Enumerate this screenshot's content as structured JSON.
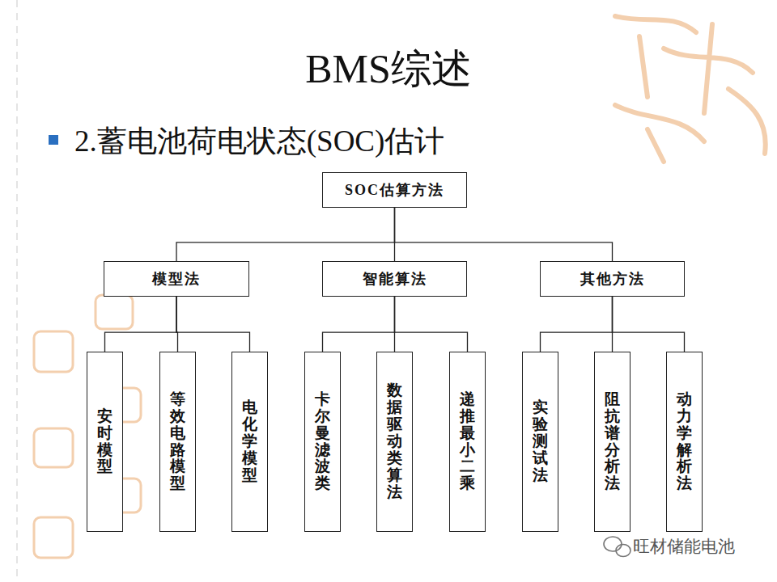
{
  "diagram": {
    "title": "BMS综述",
    "nodes": [
      {
        "text": [
          "SOC估算方法"
        ]
      },
      {
        "text": [
          "模型法"
        ]
      },
      {
        "text": [
          "智能算法"
        ]
      },
      {
        "text": [
          "其他方法"
        ]
      },
      {
        "text": [
          "安时模型"
        ]
      },
      {
        "text": [
          "等效电路模型"
        ]
      },
      {
        "text": [
          "电化学模型"
        ]
      },
      {
        "text": [
          "卡尔曼滤波类"
        ]
      },
      {
        "text": [
          "数据驱动类算法"
        ]
      },
      {
        "text": [
          "递推最小二乘"
        ]
      },
      {
        "text": [
          "实验测试法"
        ]
      },
      {
        "text": [
          "阻抗谱分析法"
        ]
      },
      {
        "text": [
          "动力学解析法"
        ]
      }
    ],
    "edges": [
      {
        "from": 0,
        "to": 1,
        "arrow": "none"
      },
      {
        "from": 0,
        "to": 2,
        "arrow": "none"
      },
      {
        "from": 0,
        "to": 3,
        "arrow": "none"
      },
      {
        "from": 1,
        "to": 4,
        "arrow": "none"
      },
      {
        "from": 1,
        "to": 5,
        "arrow": "none"
      },
      {
        "from": 1,
        "to": 6,
        "arrow": "none"
      },
      {
        "from": 2,
        "to": 7,
        "arrow": "none"
      },
      {
        "from": 2,
        "to": 8,
        "arrow": "none"
      },
      {
        "from": 2,
        "to": 9,
        "arrow": "none"
      },
      {
        "from": 3,
        "to": 10,
        "arrow": "none"
      },
      {
        "from": 3,
        "to": 11,
        "arrow": "none"
      },
      {
        "from": 3,
        "to": 12,
        "arrow": "none"
      }
    ],
    "labels": [
      "2.蓄电池荷电状态(SOC)估计",
      "旺材储能电池"
    ]
  }
}
